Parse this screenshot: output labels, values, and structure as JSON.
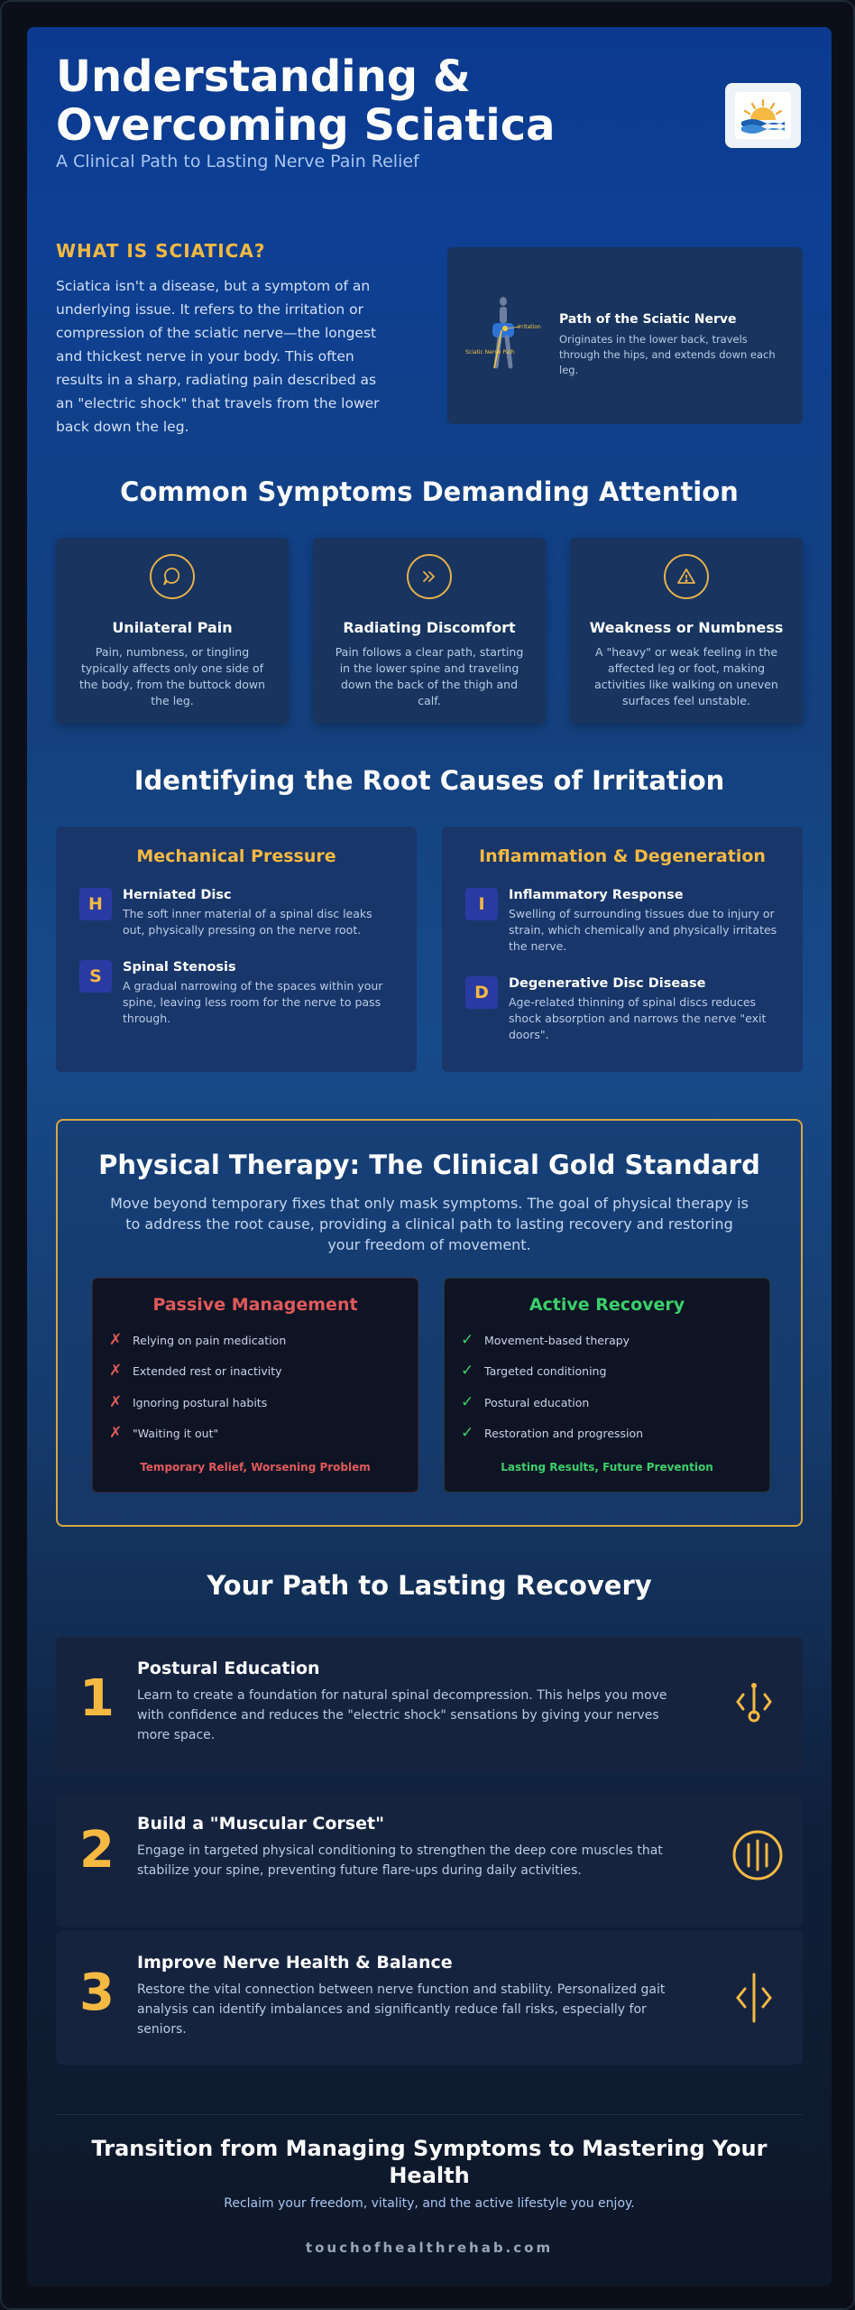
{
  "header": {
    "title": "Understanding & Overcoming Sciatica",
    "subtitle": "A Clinical Path to Lasting Nerve Pain Relief"
  },
  "what": {
    "label": "WHAT IS SCIATICA?",
    "body": "Sciatica isn't a disease, but a symptom of an underlying issue. It refers to the irritation or compression of the sciatic nerve—the longest and thickest nerve in your body. This often results in a sharp, radiating pain described as an \"electric shock\" that travels from the lower back down the leg.",
    "diagram_label_irritation": "Irritation",
    "diagram_label_path": "Sciatic Nerve Path",
    "card_title": "Path of the Sciatic Nerve",
    "card_desc": "Originates in the lower back, travels through the hips, and extends down each leg."
  },
  "symptoms": {
    "heading": "Common Symptoms Demanding Attention",
    "items": [
      {
        "icon": "chat-bubble-icon",
        "title": "Unilateral Pain",
        "desc": "Pain, numbness, or tingling typically affects only one side of the body, from the buttock down the leg."
      },
      {
        "icon": "double-chevron-right-icon",
        "title": "Radiating Discomfort",
        "desc": "Pain follows a clear path, starting in the lower spine and traveling down the back of the thigh and calf."
      },
      {
        "icon": "warning-triangle-icon",
        "title": "Weakness or Numbness",
        "desc": "A \"heavy\" or weak feeling in the affected leg or foot, making activities like walking on uneven surfaces feel unstable."
      }
    ]
  },
  "causes": {
    "heading": "Identifying the Root Causes of Irritation",
    "groups": [
      {
        "title": "Mechanical Pressure",
        "items": [
          {
            "badge": "H",
            "title": "Herniated Disc",
            "desc": "The soft inner material of a spinal disc leaks out, physically pressing on the nerve root."
          },
          {
            "badge": "S",
            "title": "Spinal Stenosis",
            "desc": "A gradual narrowing of the spaces within your spine, leaving less room for the nerve to pass through."
          }
        ]
      },
      {
        "title": "Inflammation & Degeneration",
        "items": [
          {
            "badge": "I",
            "title": "Inflammatory Response",
            "desc": "Swelling of surrounding tissues due to injury or strain, which chemically and physically irritates the nerve."
          },
          {
            "badge": "D",
            "title": "Degenerative Disc Disease",
            "desc": "Age-related thinning of spinal discs reduces shock absorption and narrows the nerve \"exit doors\"."
          }
        ]
      }
    ]
  },
  "pt": {
    "title": "Physical Therapy: The Clinical Gold Standard",
    "desc": "Move beyond temporary fixes that only mask symptoms. The goal of physical therapy is to address the root cause, providing a clinical path to lasting recovery and restoring your freedom of movement.",
    "passive": {
      "title": "Passive Management",
      "mark": "✗",
      "items": [
        "Relying on pain medication",
        "Extended rest or inactivity",
        "Ignoring postural habits",
        "\"Waiting it out\""
      ],
      "footer": "Temporary Relief, Worsening Problem"
    },
    "active": {
      "title": "Active Recovery",
      "mark": "✓",
      "items": [
        "Movement-based therapy",
        "Targeted conditioning",
        "Postural education",
        "Restoration and progression"
      ],
      "footer": "Lasting Results, Future Prevention"
    }
  },
  "steps": {
    "heading": "Your Path to Lasting Recovery",
    "items": [
      {
        "num": "1",
        "title": "Postural Education",
        "desc": "Learn to create a foundation for natural spinal decompression. This helps you move with confidence and reduces the \"electric shock\" sensations by giving your nerves more space.",
        "icon": "posture-spine-icon"
      },
      {
        "num": "2",
        "title": "Build a \"Muscular Corset\"",
        "desc": "Engage in targeted physical conditioning to strengthen the deep core muscles that stabilize your spine, preventing future flare-ups during daily activities.",
        "icon": "core-muscle-icon"
      },
      {
        "num": "3",
        "title": "Improve Nerve Health & Balance",
        "desc": "Restore the vital connection between nerve function and stability. Personalized gait analysis can identify imbalances and significantly reduce fall risks, especially for seniors.",
        "icon": "balance-icon"
      }
    ]
  },
  "footer": {
    "title": "Transition from Managing Symptoms to Mastering Your Health",
    "subtitle": "Reclaim your freedom, vitality, and the active lifestyle you enjoy.",
    "url": "touchofhealthrehab.com"
  },
  "colors": {
    "accent": "#f5b942",
    "passive": "#e05a5a",
    "active": "#3ccf6a",
    "card": "#18345f"
  }
}
